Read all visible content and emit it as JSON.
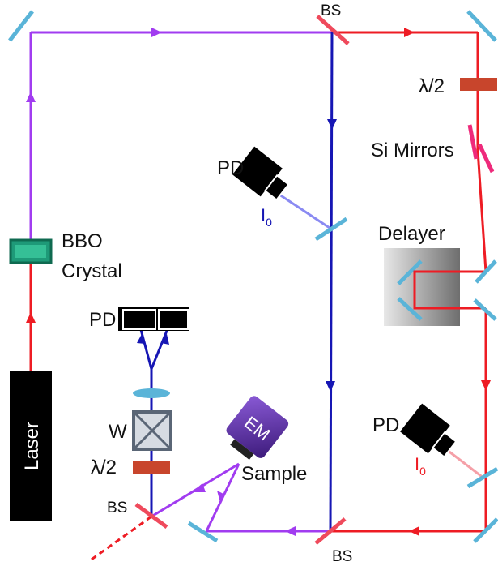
{
  "colors": {
    "red_beam": "#ee1c24",
    "violet_beam": "#a13cf0",
    "blue_beam": "#1616b4",
    "light_blue_beam": "#8a8af2",
    "pink_beam": "#f5a0a8",
    "mirror": "#5ab4d8",
    "beamsplitter": "#ef4a5c",
    "waveplate": "#c8452c",
    "bbo": "#1e9a78",
    "si_mirror": "#ee2a7b",
    "detector": "#000000",
    "laser_box": "#000000",
    "em_box": "#5a2aa0",
    "polarizer": "#7e8a98"
  },
  "labels": {
    "bs_top": "BS",
    "bs_bottom": "BS",
    "bs_left": "BS",
    "halfwave_top": "λ/2",
    "halfwave_left": "λ/2",
    "si_mirrors": "Si Mirrors",
    "delayer": "Delayer",
    "bbo_line1": "BBO",
    "bbo_line2": "Crystal",
    "pd_top_left": "PD",
    "pd_balanced": "PD",
    "pd_right": "PD",
    "i0_blue": "I",
    "i0_blue_sub": "0",
    "i0_red": "I",
    "i0_red_sub": "0",
    "wollaston": "W",
    "sample": "Sample",
    "laser": "Laser",
    "em": "EM"
  }
}
